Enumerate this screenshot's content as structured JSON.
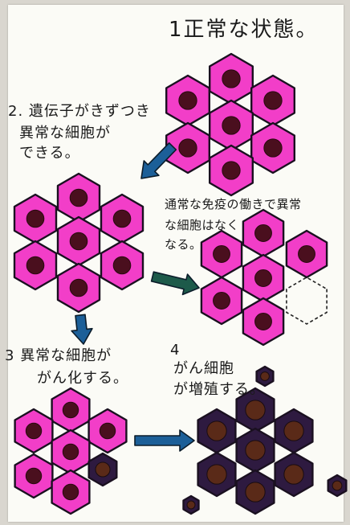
{
  "poster": {
    "step1": {
      "text": "1正常な状態。"
    },
    "step2": {
      "number": "2.",
      "line1": "遺伝子がきずつき",
      "line2": "異常な細胞が",
      "line3": "できる。"
    },
    "immune": {
      "line1": "通常な免疫の働きで異常",
      "line2": "な細胞はなく",
      "line3": "なる。"
    },
    "step3": {
      "number": "3",
      "line1": "異常な細胞が",
      "line2": "がん化する。"
    },
    "step4": {
      "number": "4",
      "line1": "がん細胞",
      "line2": "が増殖する。"
    }
  },
  "colors": {
    "normal_cell": "#f23ec8",
    "nucleus": "#4a0f1e",
    "cancer_cell": "#2e1a40",
    "cancer_nucleus": "#5a2a18",
    "arrow": "#1c5f98",
    "arrow_dark": "#1d5a4a"
  }
}
